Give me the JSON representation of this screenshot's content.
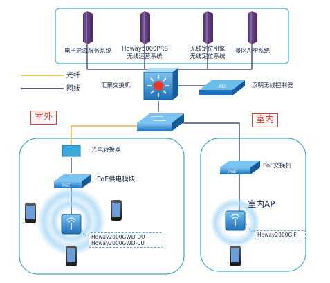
{
  "legend": {
    "fiber": "光纤",
    "network": "网线"
  },
  "servers": [
    {
      "label_lines": [
        "电子导游服务系统"
      ]
    },
    {
      "label_lines": [
        "Howay5000PRS",
        "无线运营系统"
      ]
    },
    {
      "label_lines": [
        "无线定位引擎",
        "无线定位系统"
      ]
    },
    {
      "label_lines": [
        "景区APP系统"
      ]
    }
  ],
  "core": {
    "switch_label": "汇聚交换机",
    "controller_label": "汉明无线控制器",
    "controller_badge": "AC"
  },
  "outdoor": {
    "zone_label": "室外",
    "converter_label": "光电转换器",
    "poe_module_label": "PoE供电模块",
    "poe_badge": "PoE",
    "ap_models": [
      "Howay2000GWD-DU",
      "Howay2000GWD-CU"
    ]
  },
  "indoor": {
    "zone_label": "室内",
    "poe_switch_label": "PoE交换机",
    "poe_badge": "PoE",
    "ap_label": "室内AP",
    "ap_model": "Howay2000GIF"
  },
  "colors": {
    "fiber": "#f2b134",
    "network": "#1c2a5c",
    "box_border": "#3aa8d8",
    "accent_red": "#e8382c"
  }
}
